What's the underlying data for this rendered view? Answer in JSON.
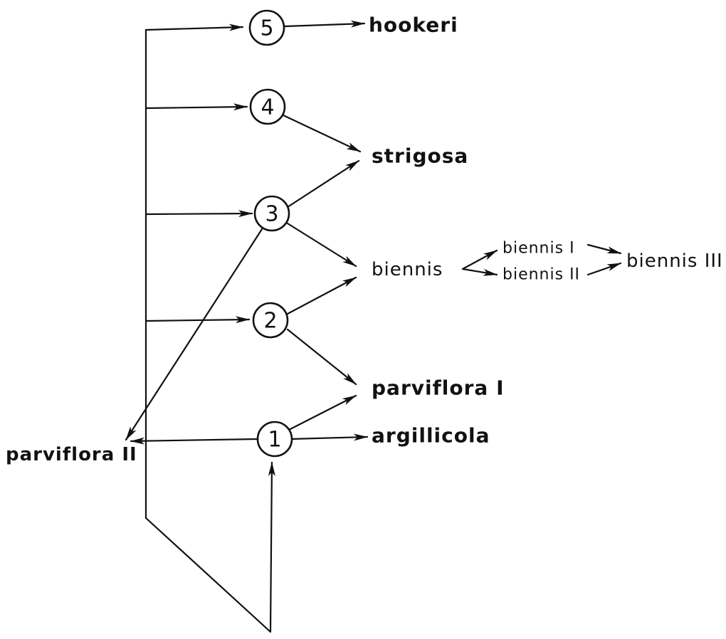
{
  "colors": {
    "ink": "#111111",
    "background": "#ffffff"
  },
  "nodes": [
    {
      "id": "n5",
      "label": "5"
    },
    {
      "id": "n4",
      "label": "4"
    },
    {
      "id": "n3",
      "label": "3"
    },
    {
      "id": "n2",
      "label": "2"
    },
    {
      "id": "n1",
      "label": "1"
    }
  ],
  "taxa": {
    "hookeri": "hookeri",
    "strigosa": "strigosa",
    "biennis": "biennis",
    "biennis_1": "biennis I",
    "biennis_2": "biennis II",
    "biennis_3": "biennis III",
    "parviflora_1": "parviflora I",
    "parviflora_2": "parviflora II",
    "argillicola": "argillicola"
  },
  "edges": [
    {
      "from": "trunk",
      "to": "n5"
    },
    {
      "from": "trunk",
      "to": "n4"
    },
    {
      "from": "trunk",
      "to": "n3"
    },
    {
      "from": "trunk",
      "to": "n2"
    },
    {
      "from": "trunk",
      "to": "n1"
    },
    {
      "from": "n5",
      "to": "hookeri"
    },
    {
      "from": "n4",
      "to": "strigosa"
    },
    {
      "from": "n3",
      "to": "strigosa"
    },
    {
      "from": "n3",
      "to": "biennis"
    },
    {
      "from": "n3",
      "to": "parviflora_2"
    },
    {
      "from": "n2",
      "to": "biennis"
    },
    {
      "from": "n2",
      "to": "parviflora_1"
    },
    {
      "from": "n1",
      "to": "parviflora_1"
    },
    {
      "from": "n1",
      "to": "argillicola"
    },
    {
      "from": "n1",
      "to": "parviflora_2"
    },
    {
      "from": "biennis",
      "to": "biennis_1"
    },
    {
      "from": "biennis",
      "to": "biennis_2"
    },
    {
      "from": "biennis_1",
      "to": "biennis_3"
    },
    {
      "from": "biennis_2",
      "to": "biennis_3"
    },
    {
      "from": "trunk",
      "to": "n1",
      "via": "bottom-loop"
    }
  ]
}
